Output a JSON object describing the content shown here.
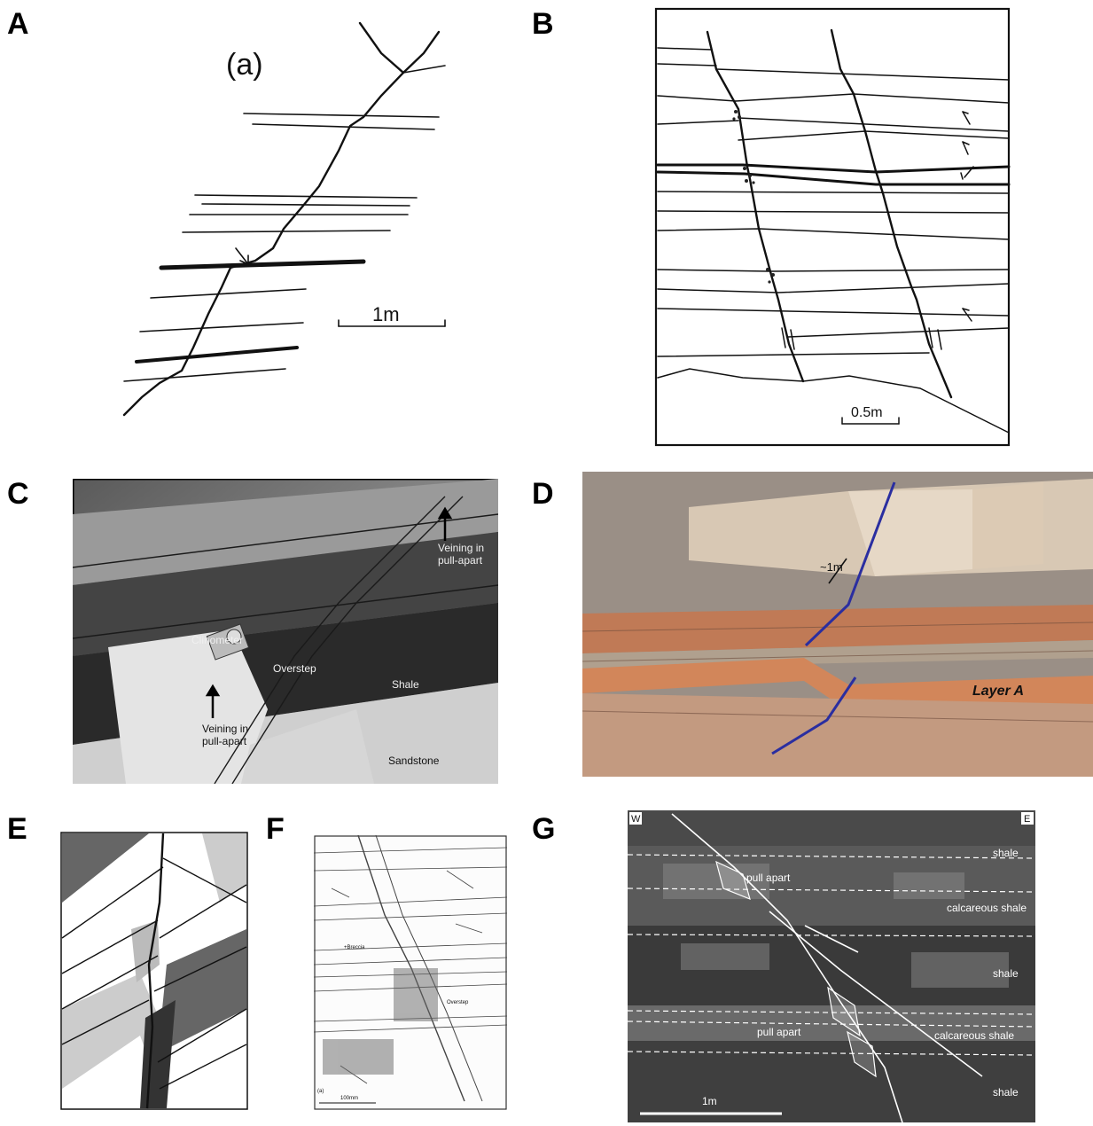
{
  "figure": {
    "panel_labels": [
      "A",
      "B",
      "C",
      "D",
      "E",
      "F",
      "G"
    ],
    "panel_a": {
      "sublabel": "(a)",
      "scale": "1m"
    },
    "panel_b": {
      "scale": "0.5m"
    },
    "panel_c": {
      "annotations": {
        "veining_top": [
          "Veining in",
          "pull-apart"
        ],
        "clinometer": "Clinometer",
        "overstep": "Overstep",
        "shale": "Shale",
        "veining_bottom": [
          "Veining in",
          "pull-apart"
        ],
        "sandstone": "Sandstone"
      }
    },
    "panel_d": {
      "annotations": {
        "spacing": "~1m",
        "layer": "Layer A"
      }
    },
    "panel_f": {
      "annotations": {
        "breccia": "+Breccia",
        "overstep": "Overstep",
        "sublabel": "(a)",
        "scale": "100mm"
      }
    },
    "panel_g": {
      "compass": {
        "west": "W",
        "east": "E"
      },
      "annotations": {
        "pull_apart_top": "pull apart",
        "pull_apart_bottom": "pull apart",
        "layers": [
          "shale",
          "calcareous shale",
          "shale",
          "calcareous shale",
          "shale"
        ],
        "scale": "1m"
      }
    }
  }
}
